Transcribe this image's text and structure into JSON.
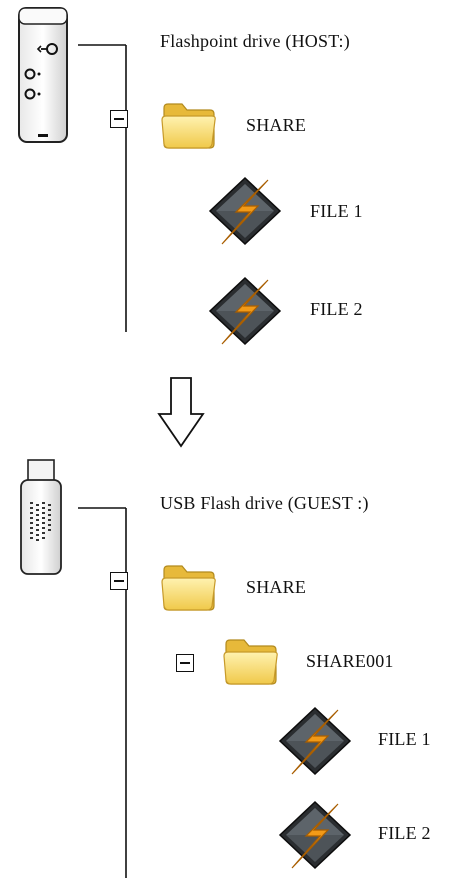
{
  "host": {
    "drive_label": "Flashpoint drive (HOST:)",
    "folder_label": "SHARE",
    "files": [
      "FILE 1",
      "FILE 2"
    ]
  },
  "guest": {
    "drive_label": "USB Flash drive (GUEST :)",
    "folder_label": "SHARE",
    "subfolder_label": "SHARE001",
    "files": [
      "FILE 1",
      "FILE 2"
    ]
  },
  "icons": {
    "host_drive": "flashpoint-device-icon",
    "guest_drive": "usb-stick-icon",
    "folder": "folder-icon",
    "file": "winamp-lightning-icon",
    "arrow": "down-arrow-icon",
    "collapse": "collapse-minus-icon"
  },
  "colors": {
    "folder_fill": "#f6d66a",
    "lightning": "#f29a18",
    "line": "#111111"
  }
}
